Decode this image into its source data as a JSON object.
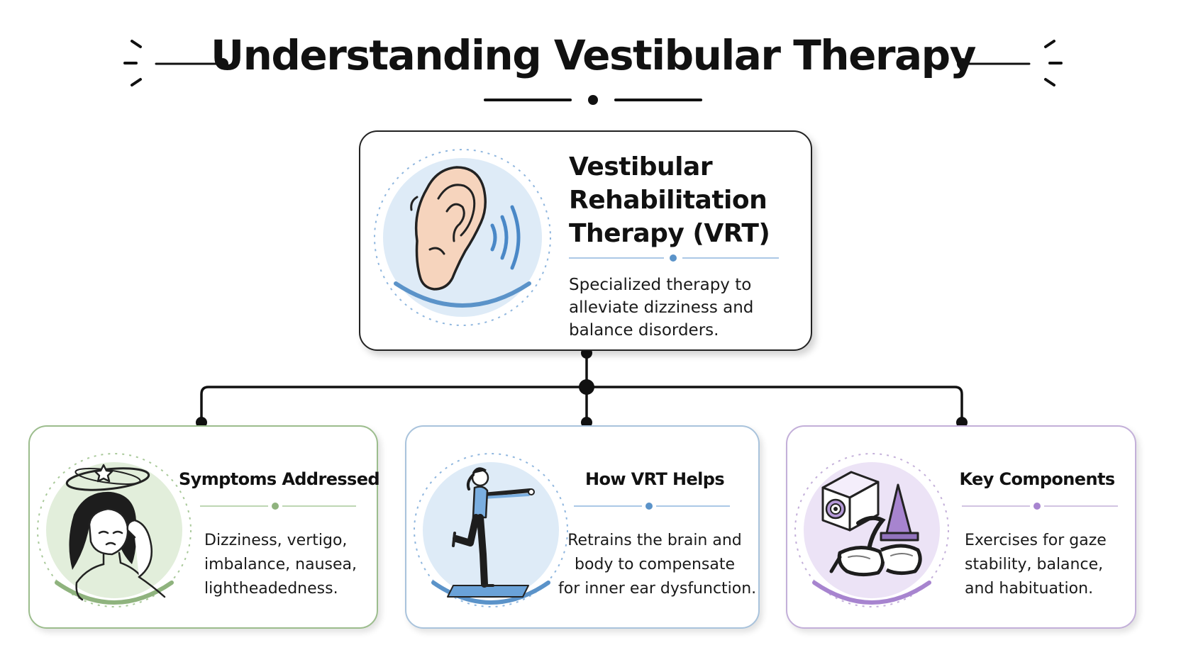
{
  "title": "Understanding Vestibular Therapy",
  "colors": {
    "text": "#111111",
    "green": "#8fb37e",
    "blue": "#5b93c9",
    "purple": "#a784cf"
  },
  "main_card": {
    "title_lines": [
      "Vestibular",
      "Rehabilitation",
      "Therapy (VRT)"
    ],
    "description_lines": [
      "Specialized therapy to",
      "alleviate dizziness and",
      "balance disorders."
    ],
    "icon": "ear-icon"
  },
  "cards": [
    {
      "title": "Symptoms Addressed",
      "description_lines": [
        "Dizziness, vertigo,",
        "imbalance, nausea,",
        "lightheadedness."
      ],
      "icon": "dizzy-person-icon",
      "accent": "#8fb37e"
    },
    {
      "title": "How VRT Helps",
      "description_lines": [
        "Retrains the brain and",
        "body to compensate",
        "for inner ear dysfunction."
      ],
      "icon": "balance-exercise-icon",
      "accent": "#5b93c9"
    },
    {
      "title": "Key Components",
      "description_lines": [
        "Exercises for gaze",
        "stability, balance,",
        "and habituation."
      ],
      "icon": "training-tools-icon",
      "accent": "#a784cf"
    }
  ]
}
